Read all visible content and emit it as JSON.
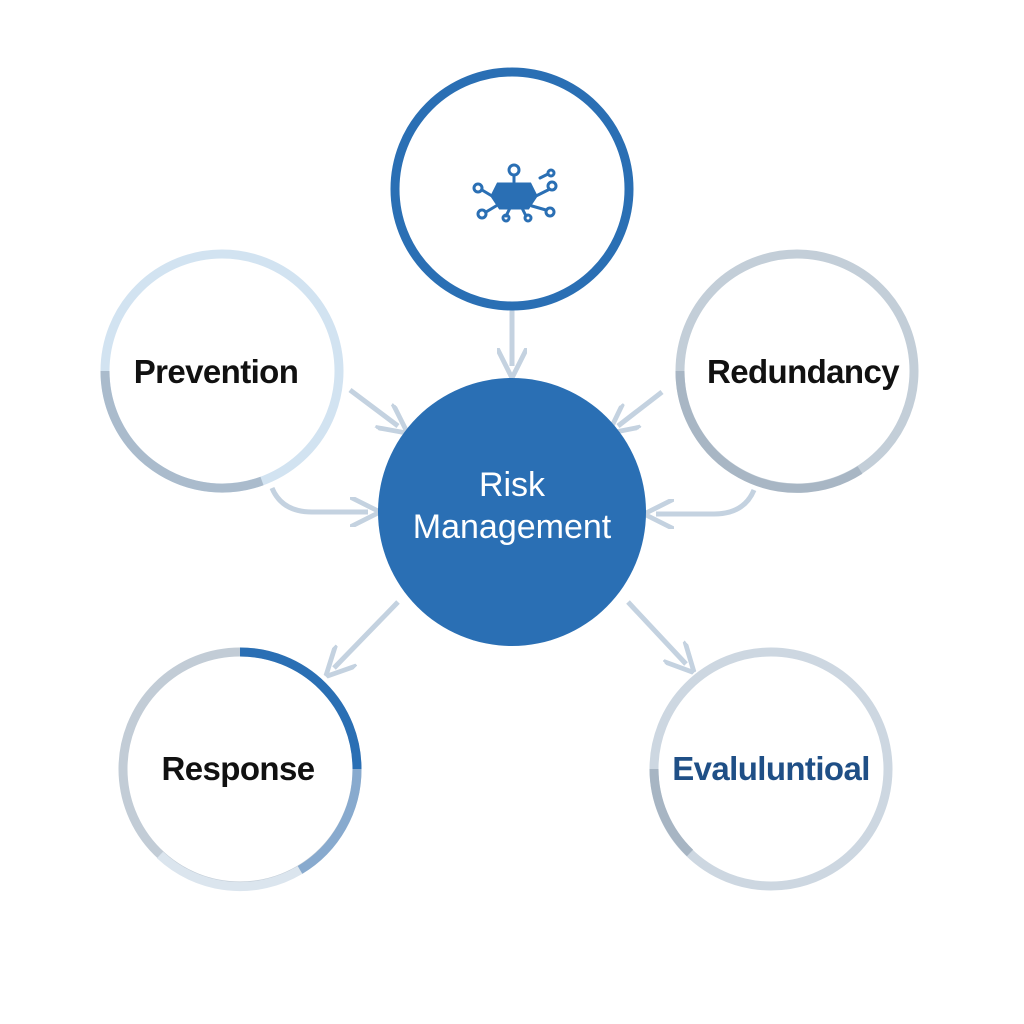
{
  "center": {
    "line1": "Risk",
    "line2": "Management"
  },
  "nodes": {
    "top": {
      "icon": "network-hub-icon"
    },
    "prevention": {
      "label": "Prevention"
    },
    "redundancy": {
      "label": "Redundancy"
    },
    "response": {
      "label": "Response"
    },
    "evaluation": {
      "label": "Evaluluntioal"
    }
  },
  "colors": {
    "primary_blue": "#2a6fb4",
    "dark_navy": "#1f4f86",
    "light_blue": "#cfe0ef",
    "gray_blue": "#a9b8c8",
    "arrow": "#c4d2e0",
    "text_dark": "#111111"
  }
}
